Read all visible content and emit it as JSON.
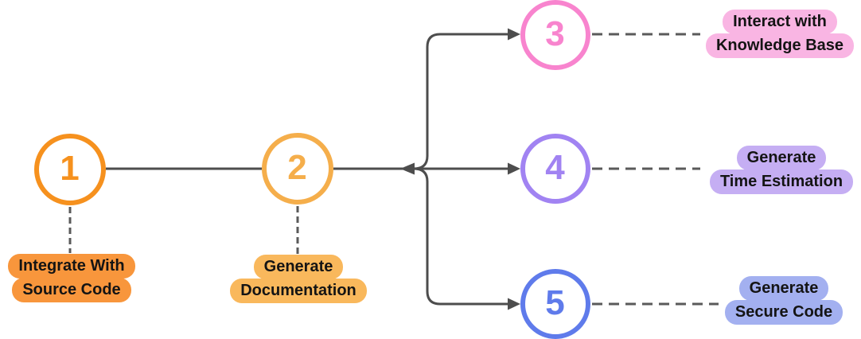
{
  "diagram": {
    "type": "flowchart",
    "background_color": "#FFFFFF",
    "connector_color": "#4D4D4D",
    "dashed_connector_color": "#5A5A5A",
    "label_text_color": "#141414",
    "nodes": [
      {
        "number": "1",
        "circle_color": "#F6911E",
        "label_bg": "#F8963C",
        "label": {
          "line1": "Integrate With",
          "line2": "Source Code"
        }
      },
      {
        "number": "2",
        "circle_color": "#F5AE4B",
        "label_bg": "#F9B85C",
        "label": {
          "line1": "Generate",
          "line2": "Documentation"
        }
      },
      {
        "number": "3",
        "circle_color": "#F884CE",
        "label_bg": "#F9B5E3",
        "label": {
          "line1": "Interact with",
          "line2": "Knowledge Base"
        }
      },
      {
        "number": "4",
        "circle_color": "#A183F2",
        "label_bg": "#C5AEF3",
        "label": {
          "line1": "Generate",
          "line2": "Time Estimation"
        }
      },
      {
        "number": "5",
        "circle_color": "#5F7BEB",
        "label_bg": "#A3B0F0",
        "label": {
          "line1": "Generate",
          "line2": "Secure Code"
        }
      }
    ],
    "edges": [
      {
        "from": "1",
        "to": "2",
        "style": "solid"
      },
      {
        "from": "2",
        "to": "3",
        "style": "solid-arrow"
      },
      {
        "from": "2",
        "to": "4",
        "style": "solid-arrow"
      },
      {
        "from": "2",
        "to": "5",
        "style": "solid-arrow"
      },
      {
        "from": "1",
        "to": "label-1",
        "style": "dashed"
      },
      {
        "from": "2",
        "to": "label-2",
        "style": "dashed"
      },
      {
        "from": "3",
        "to": "label-3",
        "style": "dashed"
      },
      {
        "from": "4",
        "to": "label-4",
        "style": "dashed"
      },
      {
        "from": "5",
        "to": "label-5",
        "style": "dashed"
      }
    ]
  }
}
